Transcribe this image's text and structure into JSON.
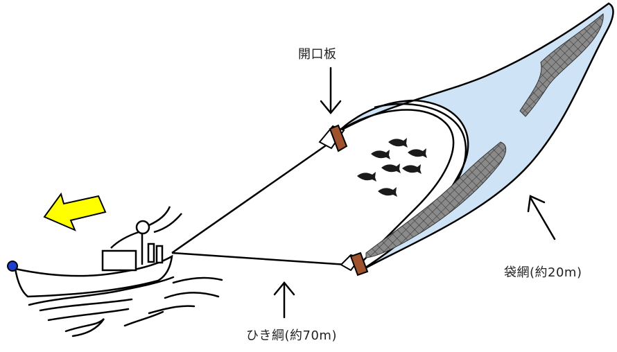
{
  "labels": {
    "otter_board": "開口板",
    "tow_rope": "ひき綱(約70m)",
    "cod_end": "袋網(約20m)"
  },
  "colors": {
    "net_fill": "#cfe3f7",
    "mesh_dark": "#7a7a7a",
    "board_brown": "#a0522d",
    "direction_arrow": "#ffff00",
    "buoy_blue": "#1f3fd1",
    "line": "#000000"
  },
  "icons": [
    "boat-icon",
    "fish-icon",
    "direction-arrow-icon"
  ]
}
